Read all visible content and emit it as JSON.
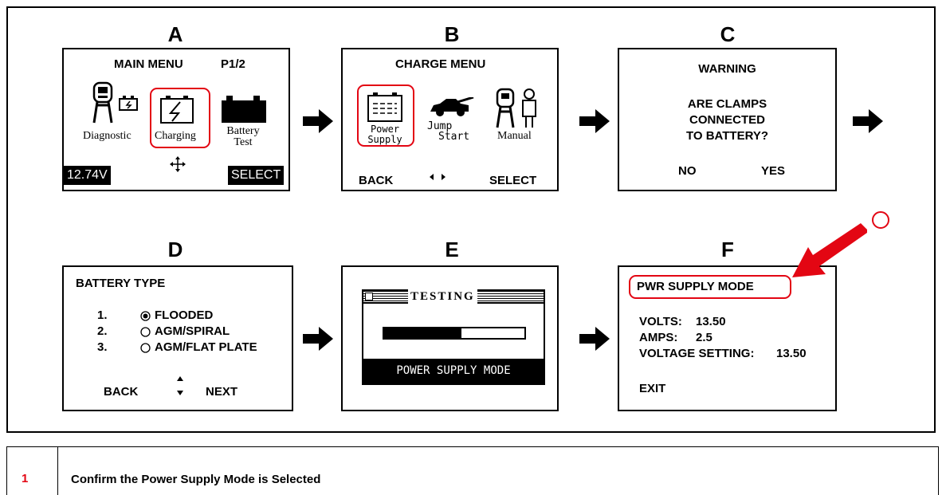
{
  "colors": {
    "highlight": "#e30613",
    "ink": "#000000",
    "background": "#ffffff"
  },
  "arrows": [
    "right-arrow",
    "right-arrow",
    "right-arrow",
    "right-arrow",
    "right-arrow"
  ],
  "screens": {
    "a": {
      "letter": "A",
      "title": "MAIN MENU",
      "page": "P1/2",
      "items": [
        {
          "label": "Diagnostic",
          "icon": "diagnostic-tool-icon"
        },
        {
          "label": "Charging",
          "icon": "charging-icon",
          "selected": true
        },
        {
          "label_line1": "Battery",
          "label_line2": "Test",
          "icon": "battery-icon"
        }
      ],
      "voltage": "12.74V",
      "nav_icon": "four-way-arrow-icon",
      "select": "SELECT"
    },
    "b": {
      "letter": "B",
      "title": "CHARGE MENU",
      "power_line1": "Power",
      "power_line2": "Supply",
      "jump_line1": "Jump",
      "jump_line2": "Start",
      "manual": "Manual",
      "back": "BACK",
      "nav": "←→",
      "select": "SELECT"
    },
    "c": {
      "letter": "C",
      "title": "WARNING",
      "line1": "ARE CLAMPS",
      "line2": "CONNECTED",
      "line3": "TO BATTERY?",
      "no": "NO",
      "yes": "YES"
    },
    "d": {
      "letter": "D",
      "title": "BATTERY TYPE",
      "options": [
        {
          "num": "1.",
          "label": "FLOODED",
          "selected": true
        },
        {
          "num": "2.",
          "label": "AGM/SPIRAL",
          "selected": false
        },
        {
          "num": "3.",
          "label": "AGM/FLAT PLATE",
          "selected": false
        }
      ],
      "back": "BACK",
      "nav": "↑↓",
      "next": "NEXT"
    },
    "e": {
      "letter": "E",
      "title": "TESTING",
      "progress": 0.55,
      "footer": "POWER SUPPLY MODE"
    },
    "f": {
      "letter": "F",
      "title": "PWR SUPPLY MODE",
      "volts_label": "VOLTS:",
      "volts_value": "13.50",
      "amps_label": "AMPS:",
      "amps_value": "2.5",
      "setting_label": "VOLTAGE SETTING:",
      "setting_value": "13.50",
      "exit": "EXIT"
    }
  },
  "step": {
    "number": "1",
    "text": "Confirm the Power Supply Mode is Selected"
  }
}
